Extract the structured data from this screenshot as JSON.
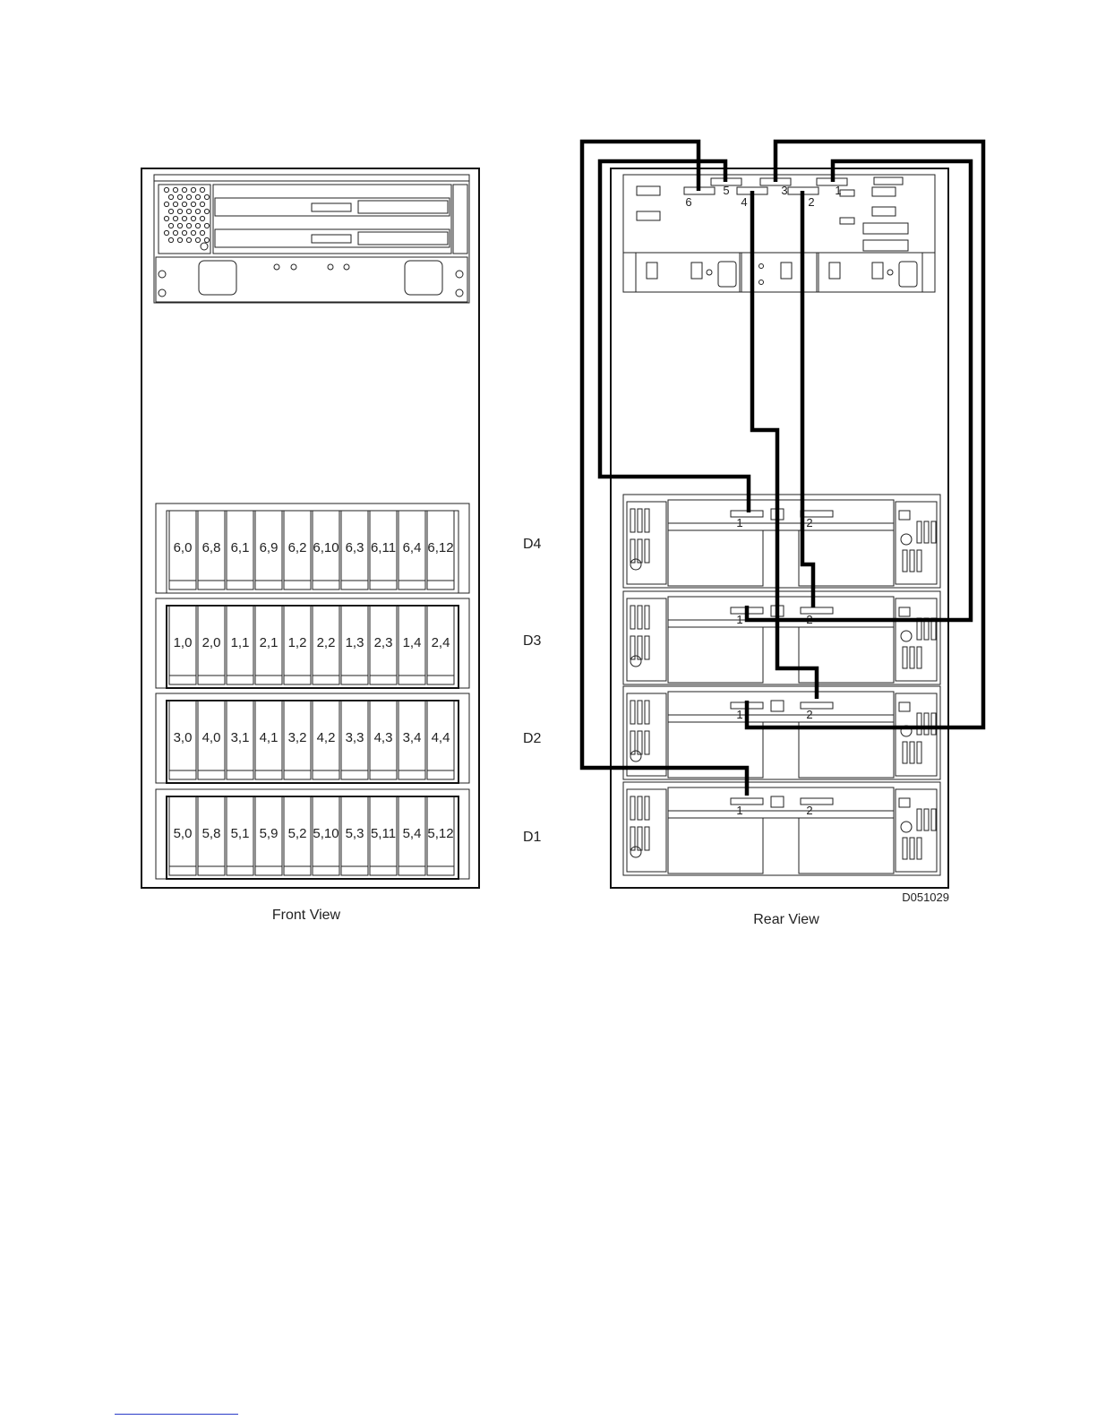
{
  "front_view": {
    "caption": "Front View",
    "drawers": [
      {
        "id": "D4",
        "bays": [
          "6,0",
          "6,8",
          "6,1",
          "6,9",
          "6,2",
          "6,10",
          "6,3",
          "6,11",
          "6,4",
          "6,12"
        ]
      },
      {
        "id": "D3",
        "bays": [
          "1,0",
          "2,0",
          "1,1",
          "2,1",
          "1,2",
          "2,2",
          "1,3",
          "2,3",
          "1,4",
          "2,4"
        ]
      },
      {
        "id": "D2",
        "bays": [
          "3,0",
          "4,0",
          "3,1",
          "4,1",
          "3,2",
          "4,2",
          "3,3",
          "4,3",
          "3,4",
          "4,4"
        ]
      },
      {
        "id": "D1",
        "bays": [
          "5,0",
          "5,8",
          "5,1",
          "5,9",
          "5,2",
          "5,10",
          "5,3",
          "5,11",
          "5,4",
          "5,12"
        ]
      }
    ]
  },
  "rear_view": {
    "caption": "Rear View",
    "figure_id": "D051029",
    "controller_ports": [
      "6",
      "5",
      "4",
      "3",
      "2",
      "1"
    ],
    "drawer_ports": [
      "1",
      "2"
    ]
  }
}
